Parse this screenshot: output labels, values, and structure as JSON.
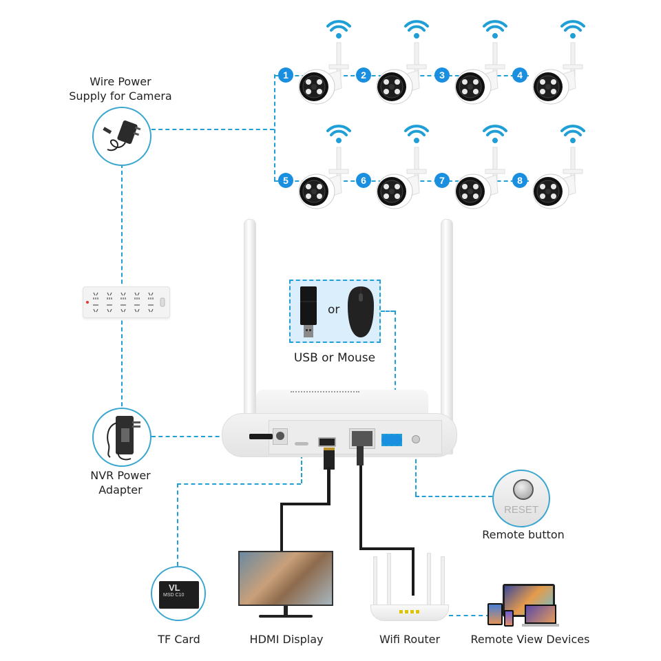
{
  "title": "Wireless NVR Camera System Connection Diagram",
  "colors": {
    "accent": "#1f9fd6",
    "badge": "#1a8fe0",
    "circle_border": "#3aa6d0",
    "usb_highlight": "#dbeefb"
  },
  "cameras": [
    {
      "number": "1",
      "icon": "wifi-icon"
    },
    {
      "number": "2",
      "icon": "wifi-icon"
    },
    {
      "number": "3",
      "icon": "wifi-icon"
    },
    {
      "number": "4",
      "icon": "wifi-icon"
    },
    {
      "number": "5",
      "icon": "wifi-icon"
    },
    {
      "number": "6",
      "icon": "wifi-icon"
    },
    {
      "number": "7",
      "icon": "wifi-icon"
    },
    {
      "number": "8",
      "icon": "wifi-icon"
    }
  ],
  "labels": {
    "wire_power_line1": "Wire Power",
    "wire_power_line2": "Supply for Camera",
    "usb_or_mouse": "USB or Mouse",
    "or": "or",
    "nvr_power_line1": "NVR Power",
    "nvr_power_line2": "Adapter",
    "remote_button": "Remote button",
    "reset": "RESET",
    "tf_card": "TF Card",
    "hdmi_display": "HDMI Display",
    "wifi_router": "Wifi Router",
    "remote_view_devices": "Remote View Devices",
    "sd_brand": "VL",
    "sd_text": "MSD C10"
  }
}
